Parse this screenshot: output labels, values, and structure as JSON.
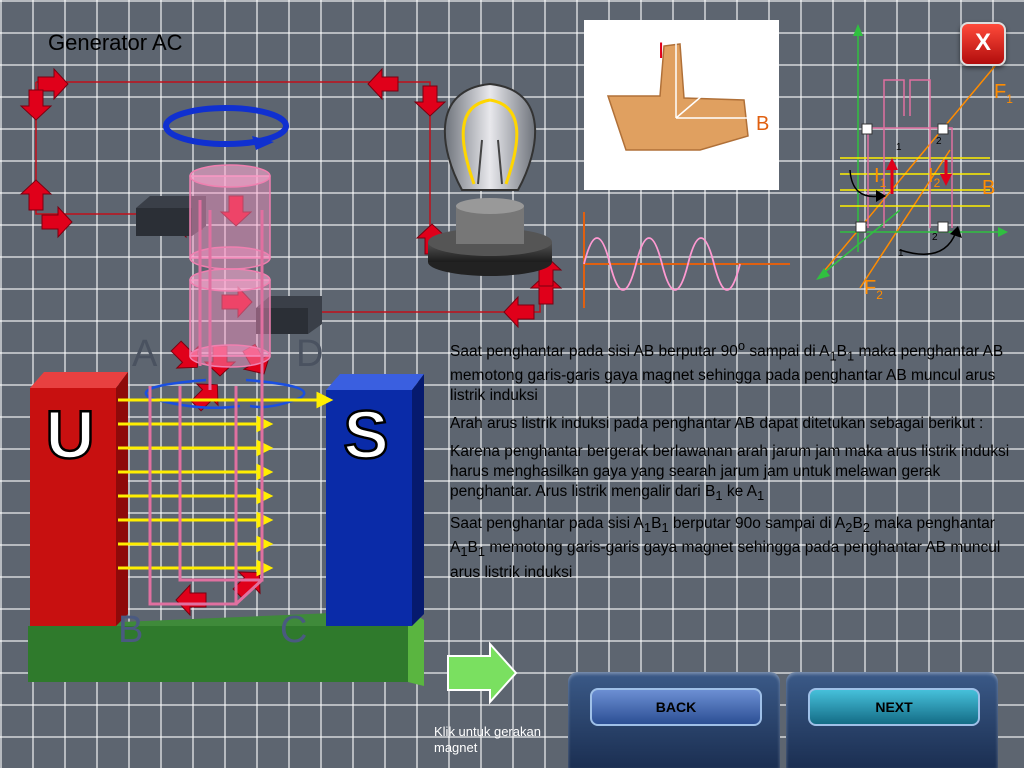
{
  "title": "Generator AC",
  "close_label": "X",
  "rule_labels": {
    "current": "I",
    "field": "B"
  },
  "vector_labels": {
    "f1": "F",
    "f1_sub": "1",
    "f2": "F",
    "f2_sub": "2",
    "i1": "I",
    "i1_sub": "1",
    "i2": "I",
    "i2_sub": "2",
    "b": "B"
  },
  "coil_labels": {
    "a1": "1",
    "a2": "2",
    "b1": "1",
    "b2": "2"
  },
  "corners": {
    "a": "A",
    "b": "B",
    "c": "C",
    "d": "D"
  },
  "magnet": {
    "north": "U",
    "south": "S"
  },
  "paragraphs": {
    "p1": {
      "t1": "Saat penghantar pada sisi AB berputar 90",
      "sup1": "o",
      "t2": " sampai di A",
      "sub1": "1",
      "t3": "B",
      "sub2": "1",
      "t4": " maka penghantar AB memotong garis-garis gaya magnet sehingga pada penghantar AB muncul arus listrik induksi"
    },
    "p2": "Arah arus listrik induksi pada penghantar AB dapat ditetukan sebagai berikut :",
    "p3": {
      "t1": "Karena penghantar bergerak berlawanan arah jarum jam maka arus listrik induksi harus menghasilkan gaya yang searah jarum jam untuk melawan gerak penghantar. Arus listrik mengalir dari B",
      "sub1": "1",
      "t2": " ke A",
      "sub2": "1"
    },
    "p4": {
      "t1": "Saat penghantar pada sisi A",
      "sub1": "1",
      "t2": "B",
      "sub2": "1",
      "t3": " berputar 90o sampai di A",
      "sub3": "2",
      "t4": "B",
      "sub4": "2",
      "t5": " maka penghantar A",
      "sub5": "1",
      "t6": "B",
      "sub6": "1",
      "t7": " memotong garis-garis gaya magnet sehingga pada penghantar AB muncul arus listrik induksi"
    }
  },
  "hint": "Klik  untuk gerakan magnet",
  "buttons": {
    "back": "BACK",
    "next": "NEXT"
  },
  "colors": {
    "north": "#cc1010",
    "south": "#0a2ba8",
    "base": "#3f8a3a",
    "field_line": "#ffee00",
    "arrow": "#e0001a"
  }
}
